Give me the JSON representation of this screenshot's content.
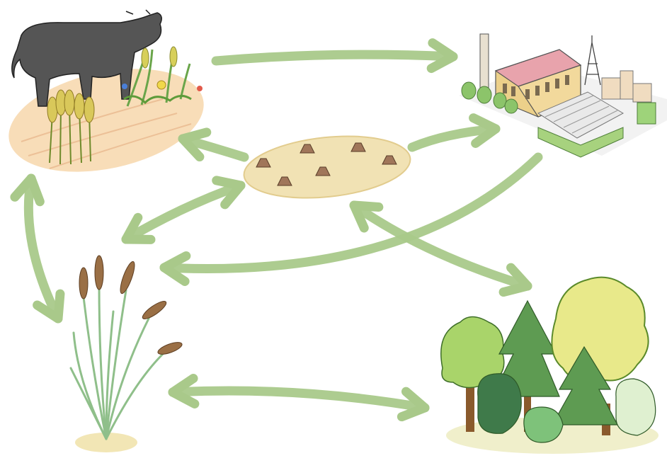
{
  "colors": {
    "arrow": "#a9c98a",
    "arrow_edge": "#c4dcaa",
    "ground_farm": "#f7d9b0",
    "ground_clearing": "#f1e2b4",
    "cow": "#555555",
    "wheat": "#d9c85a",
    "factory_wall": "#ecd08a",
    "factory_roof": "#e8a3ac",
    "greenhouse": "#e9e9e9",
    "reed_stem": "#8fbf8a",
    "reed_head": "#9a6f45",
    "tree_light": "#a9d46a",
    "tree_dark": "#5e9b52",
    "tree_yellow": "#e8e98a",
    "trunk": "#8a5a2c",
    "stump": "#a0765a"
  },
  "nodes": [
    {
      "id": "farmland",
      "icon": "cow-wheat-field-icon"
    },
    {
      "id": "industry",
      "icon": "factory-greenhouse-icon"
    },
    {
      "id": "clearing",
      "icon": "tree-stumps-clearing-icon"
    },
    {
      "id": "wetland",
      "icon": "reed-grass-icon"
    },
    {
      "id": "forest",
      "icon": "mixed-forest-icon"
    }
  ],
  "edges": [
    {
      "from": "farmland",
      "to": "industry",
      "direction": "forward"
    },
    {
      "from": "clearing",
      "to": "farmland",
      "direction": "forward"
    },
    {
      "from": "clearing",
      "to": "industry",
      "direction": "forward"
    },
    {
      "from": "clearing",
      "to": "wetland",
      "direction": "both"
    },
    {
      "from": "industry",
      "to": "wetland",
      "direction": "forward"
    },
    {
      "from": "clearing",
      "to": "forest",
      "direction": "both"
    },
    {
      "from": "farmland",
      "to": "wetland",
      "direction": "both"
    },
    {
      "from": "wetland",
      "to": "forest",
      "direction": "both"
    }
  ]
}
